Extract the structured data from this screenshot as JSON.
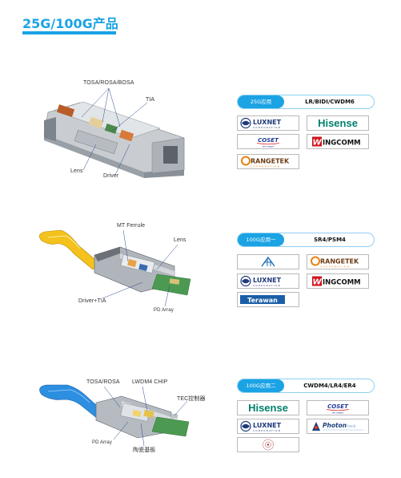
{
  "page": {
    "title": "25G/100G产品"
  },
  "products": [
    {
      "labels": {
        "tosa": "TOSA/ROSA/BOSA",
        "tia": "TIA",
        "lens": "Lens",
        "driver": "Driver"
      },
      "application": {
        "tag": "25G应用",
        "standards": "LR/BIDI/CWDM6"
      },
      "customers": [
        "LUXNET",
        "Hisense",
        "COSET",
        "WINGCOMM",
        "ORANGETEK"
      ]
    },
    {
      "labels": {
        "mt_ferrule": "MT Ferrule",
        "lens": "Lens",
        "driver_tia": "Driver+TIA",
        "pd_array": "PD Array"
      },
      "application": {
        "tag": "100G应用一",
        "standards": "SR4/PSM4"
      },
      "customers": [
        "AH",
        "ORANGETEK",
        "LUXNET",
        "WINGCOMM",
        "Terawan"
      ]
    },
    {
      "labels": {
        "tosa_rosa": "TOSA/ROSA",
        "lwdm4_chip": "LWDM4 CHIP",
        "tec": "TEC控制器",
        "pd_array": "PD Array",
        "ceramic": "陶瓷基板"
      },
      "application": {
        "tag": "100G应用二",
        "standards": "CWDM4/LR4/ER4"
      },
      "customers": [
        "Hisense",
        "COSET",
        "LUXNET",
        "Photonteck",
        "seal"
      ]
    }
  ],
  "logo_text": {
    "luxnet": "LUXNET",
    "luxnet_sub": "CORPORATION",
    "hisense": "Hisense",
    "coset": "COSET",
    "coset_sub": "we shape",
    "wingcomm_mark": "W",
    "wingcomm": "INGCOMM",
    "orangetek_mark": "O",
    "orangetek": "RANGETEK",
    "orangetek_sub": "CORPORATION",
    "terawan": "Terawan",
    "photonteck": "Photon",
    "photonteck_tail": "teck"
  },
  "colors": {
    "accent": "#1ba3e4",
    "luxnet": "#1e3a7b",
    "hisense": "#00806c",
    "coset": "#1c3a96",
    "wingcomm_red": "#d0121b",
    "orange": "#e8820e",
    "terawan": "#1b5ea8"
  }
}
